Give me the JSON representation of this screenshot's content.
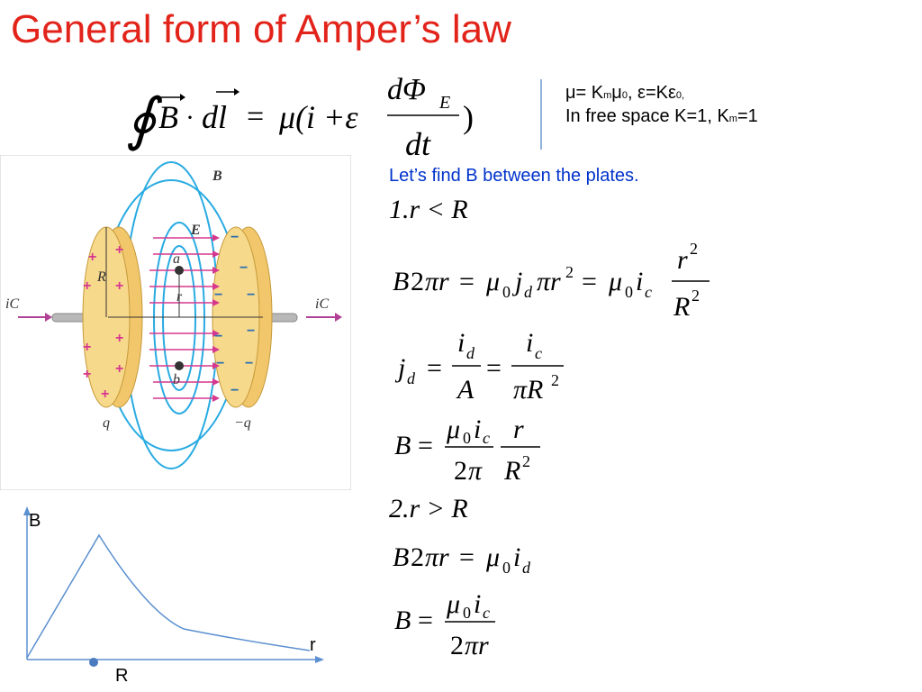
{
  "title": "General form of Amper’s law",
  "notes": {
    "line1_a": "μ= K",
    "line1_sub_m": "m",
    "line1_b": "μ",
    "line1_sub_0": "0",
    "line1_c": ", ε=Kε",
    "line1_sub_0b": "0,",
    "line2_a": "In free space K=1, K",
    "line2_sub_m": "m",
    "line2_b": "=1"
  },
  "lead": "Let’s find B between the plates.",
  "case1": "1.r < R",
  "case2": "2.r > R",
  "figure": {
    "labels": {
      "B_vec": "B",
      "E_vec": "E",
      "a": "a",
      "b": "b",
      "r": "r",
      "R": "R",
      "q": "q",
      "neg_q": "−q",
      "ic_left": "iC",
      "ic_right": "iC"
    }
  },
  "graph": {
    "y_label": "B",
    "x_label": "r",
    "marker_label": "R"
  },
  "colors": {
    "title": "#e2231a",
    "lead": "#0033cc",
    "field_lines": "#29abe2",
    "e_arrows": "#d6378f",
    "plate": "#f7d98b",
    "graph_line": "#5b8fd0"
  }
}
